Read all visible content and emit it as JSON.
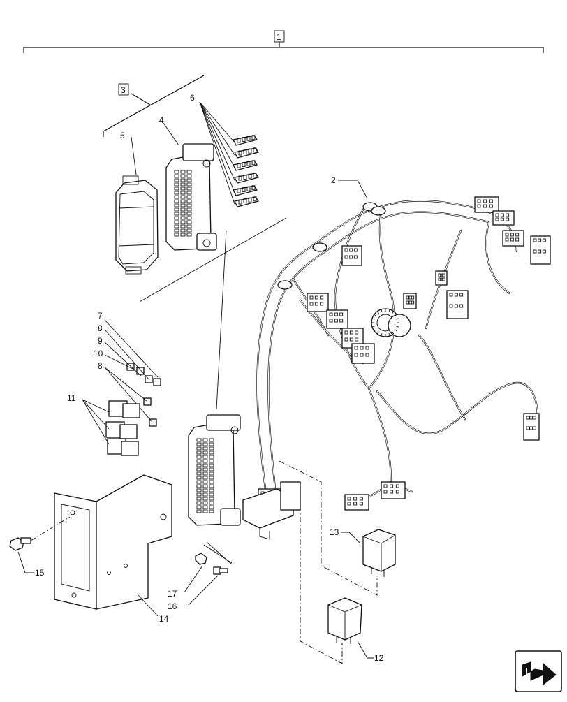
{
  "diagram": {
    "labels": {
      "l1": "1",
      "l2": "2",
      "l3": "3",
      "l4": "4",
      "l5": "5",
      "l6": "6",
      "l7": "7",
      "l8a": "8",
      "l9": "9",
      "l10": "10",
      "l8b": "8",
      "l11": "11",
      "l12": "12",
      "l13": "13",
      "l14": "14",
      "l15": "15",
      "l16": "16",
      "l17": "17"
    },
    "nav_icon": "next-page-arrow-icon"
  }
}
